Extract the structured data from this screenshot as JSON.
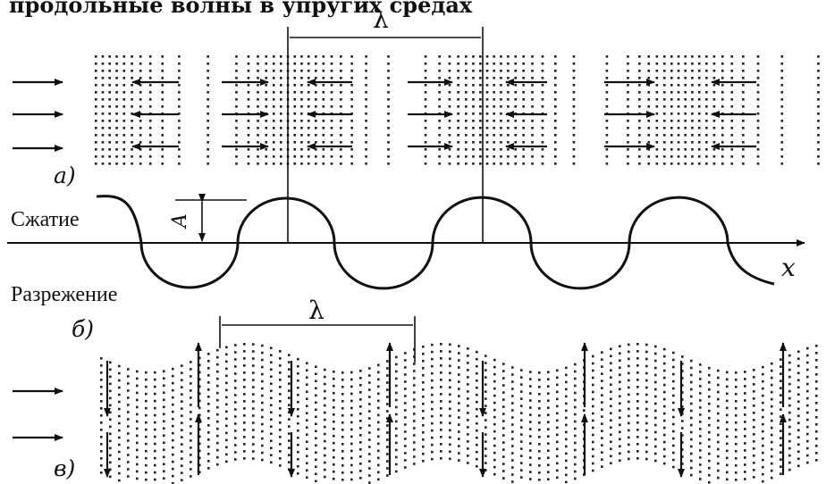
{
  "header": {
    "text": "продольные волны в упругих средах"
  },
  "labels": {
    "lambda_top": "λ",
    "lambda_mid": "λ",
    "part_a": "а)",
    "part_b": "б)",
    "part_v": "в)",
    "compression": "Сжатие",
    "rarefaction": "Разрежение",
    "amplitude": "A",
    "x_axis": "x"
  }
}
